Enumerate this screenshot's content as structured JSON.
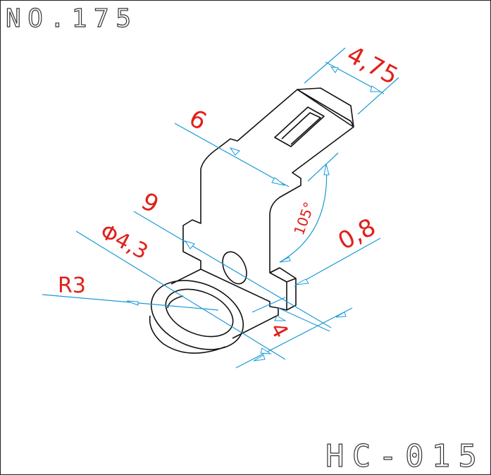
{
  "drawing": {
    "number": "NO.175",
    "part_code": "HC-015",
    "dimensions": {
      "width_tab": "4,75",
      "width_top": "6",
      "length_9": "9",
      "hole_diameter": "Φ4,3",
      "radius": "R3",
      "thickness": "0,8",
      "width_bottom": "4",
      "angle": "105°"
    },
    "colors": {
      "outline": "#111111",
      "dimension_lines": "#1a9ad6",
      "dimension_text": "#e0201b"
    }
  }
}
